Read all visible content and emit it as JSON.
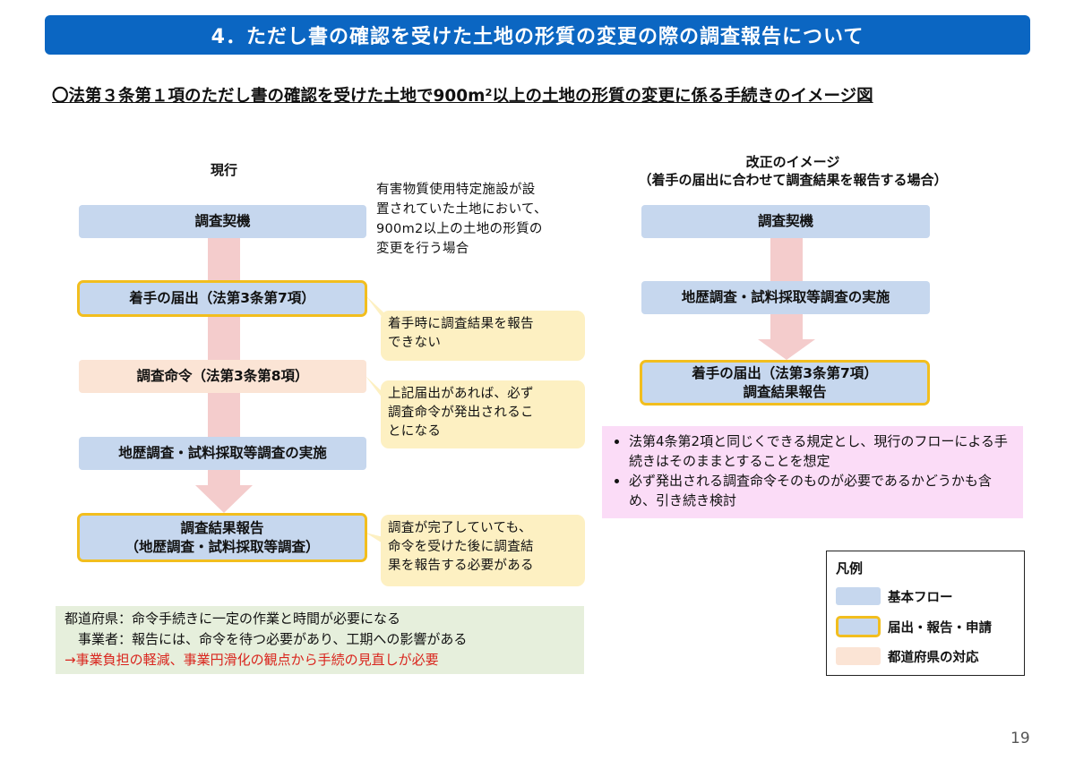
{
  "header": {
    "title": "4．ただし書の確認を受けた土地の形質の変更の際の調査報告について"
  },
  "subtitle": {
    "text": "〇法第３条第１項のただし書の確認を受けた土地で900m²以上の土地の形質の変更に係る手続きのイメージ図"
  },
  "left_column": {
    "label": "現行",
    "condition_note": [
      "有害物質使用特定施設が設",
      "置されていた土地において、",
      "900m2以上の土地の形質の",
      "変更を行う場合"
    ],
    "steps": [
      {
        "lines": [
          "調査契機"
        ],
        "kind": "basic"
      },
      {
        "lines": [
          "着手の届出（法第3条第7項）"
        ],
        "kind": "apply"
      },
      {
        "lines": [
          "調査命令（法第3条第8項）"
        ],
        "kind": "pref"
      },
      {
        "lines": [
          "地歴調査・試料採取等調査の実施"
        ],
        "kind": "basic"
      },
      {
        "lines": [
          "調査結果報告",
          "（地歴調査・試料採取等調査）"
        ],
        "kind": "apply"
      }
    ],
    "callouts": [
      {
        "lines": [
          "着手時に調査結果を報告",
          "できない"
        ]
      },
      {
        "lines": [
          "上記届出があれば、必ず",
          "調査命令が発出されるこ",
          "とになる"
        ]
      },
      {
        "lines": [
          "調査が完了していても、",
          "命令を受けた後に調査結",
          "果を報告する必要がある"
        ]
      }
    ],
    "summary": {
      "line1": "都道府県：命令手続きに一定の作業と時間が必要になる",
      "line2": "　事業者：報告には、命令を待つ必要があり、工期への影響がある",
      "line3": "→事業負担の軽減、事業円滑化の観点から手続の見直しが必要"
    }
  },
  "right_column": {
    "label_line1": "改正のイメージ",
    "label_line2": "（着手の届出に合わせて調査結果を報告する場合）",
    "steps": [
      {
        "lines": [
          "調査契機"
        ],
        "kind": "basic"
      },
      {
        "lines": [
          "地歴調査・試料採取等調査の実施"
        ],
        "kind": "basic"
      },
      {
        "lines": [
          "着手の届出（法第3条第7項）",
          "調査結果報告"
        ],
        "kind": "apply"
      }
    ],
    "notes": [
      "法第4条第2項と同じくできる規定とし、現行のフローによる手続きはそのままとすることを想定",
      "必ず発出される調査命令そのものが必要であるかどうかも含め、引き続き検討"
    ]
  },
  "legend": {
    "title": "凡例",
    "items": [
      {
        "label": "基本フロー",
        "kind": "basic"
      },
      {
        "label": "届出・報告・申請",
        "kind": "apply"
      },
      {
        "label": "都道府県の対応",
        "kind": "pref"
      }
    ]
  },
  "page_number": "19",
  "colors": {
    "header_bg": "#0b66c2",
    "basic_fill": "#c6d7ee",
    "apply_border": "#f2be1e",
    "pref_fill": "#fbe4d5",
    "callout_fill": "#fdf0c2",
    "arrow_fill": "#f4cccc",
    "summary_fill": "#e6efdc",
    "notes_fill": "#fbdcf7",
    "emphasis_red": "#d9251d"
  }
}
